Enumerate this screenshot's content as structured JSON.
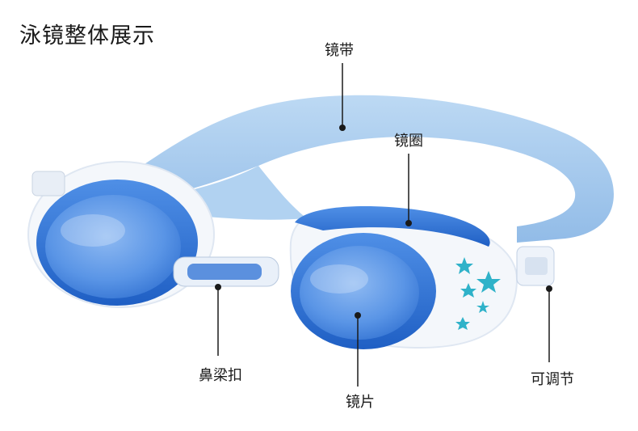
{
  "title": "泳镜整体展示",
  "labels": {
    "strap": "镜带",
    "frame": "镜圈",
    "nose_bridge": "鼻梁扣",
    "lens": "镜片",
    "adjuster": "可调节"
  },
  "colors": {
    "strap": "#9fc6ec",
    "frame": "#2a6fd6",
    "lens": "#5c97e8",
    "shell": "#f4f7fb",
    "star": "#2fb2c9"
  }
}
